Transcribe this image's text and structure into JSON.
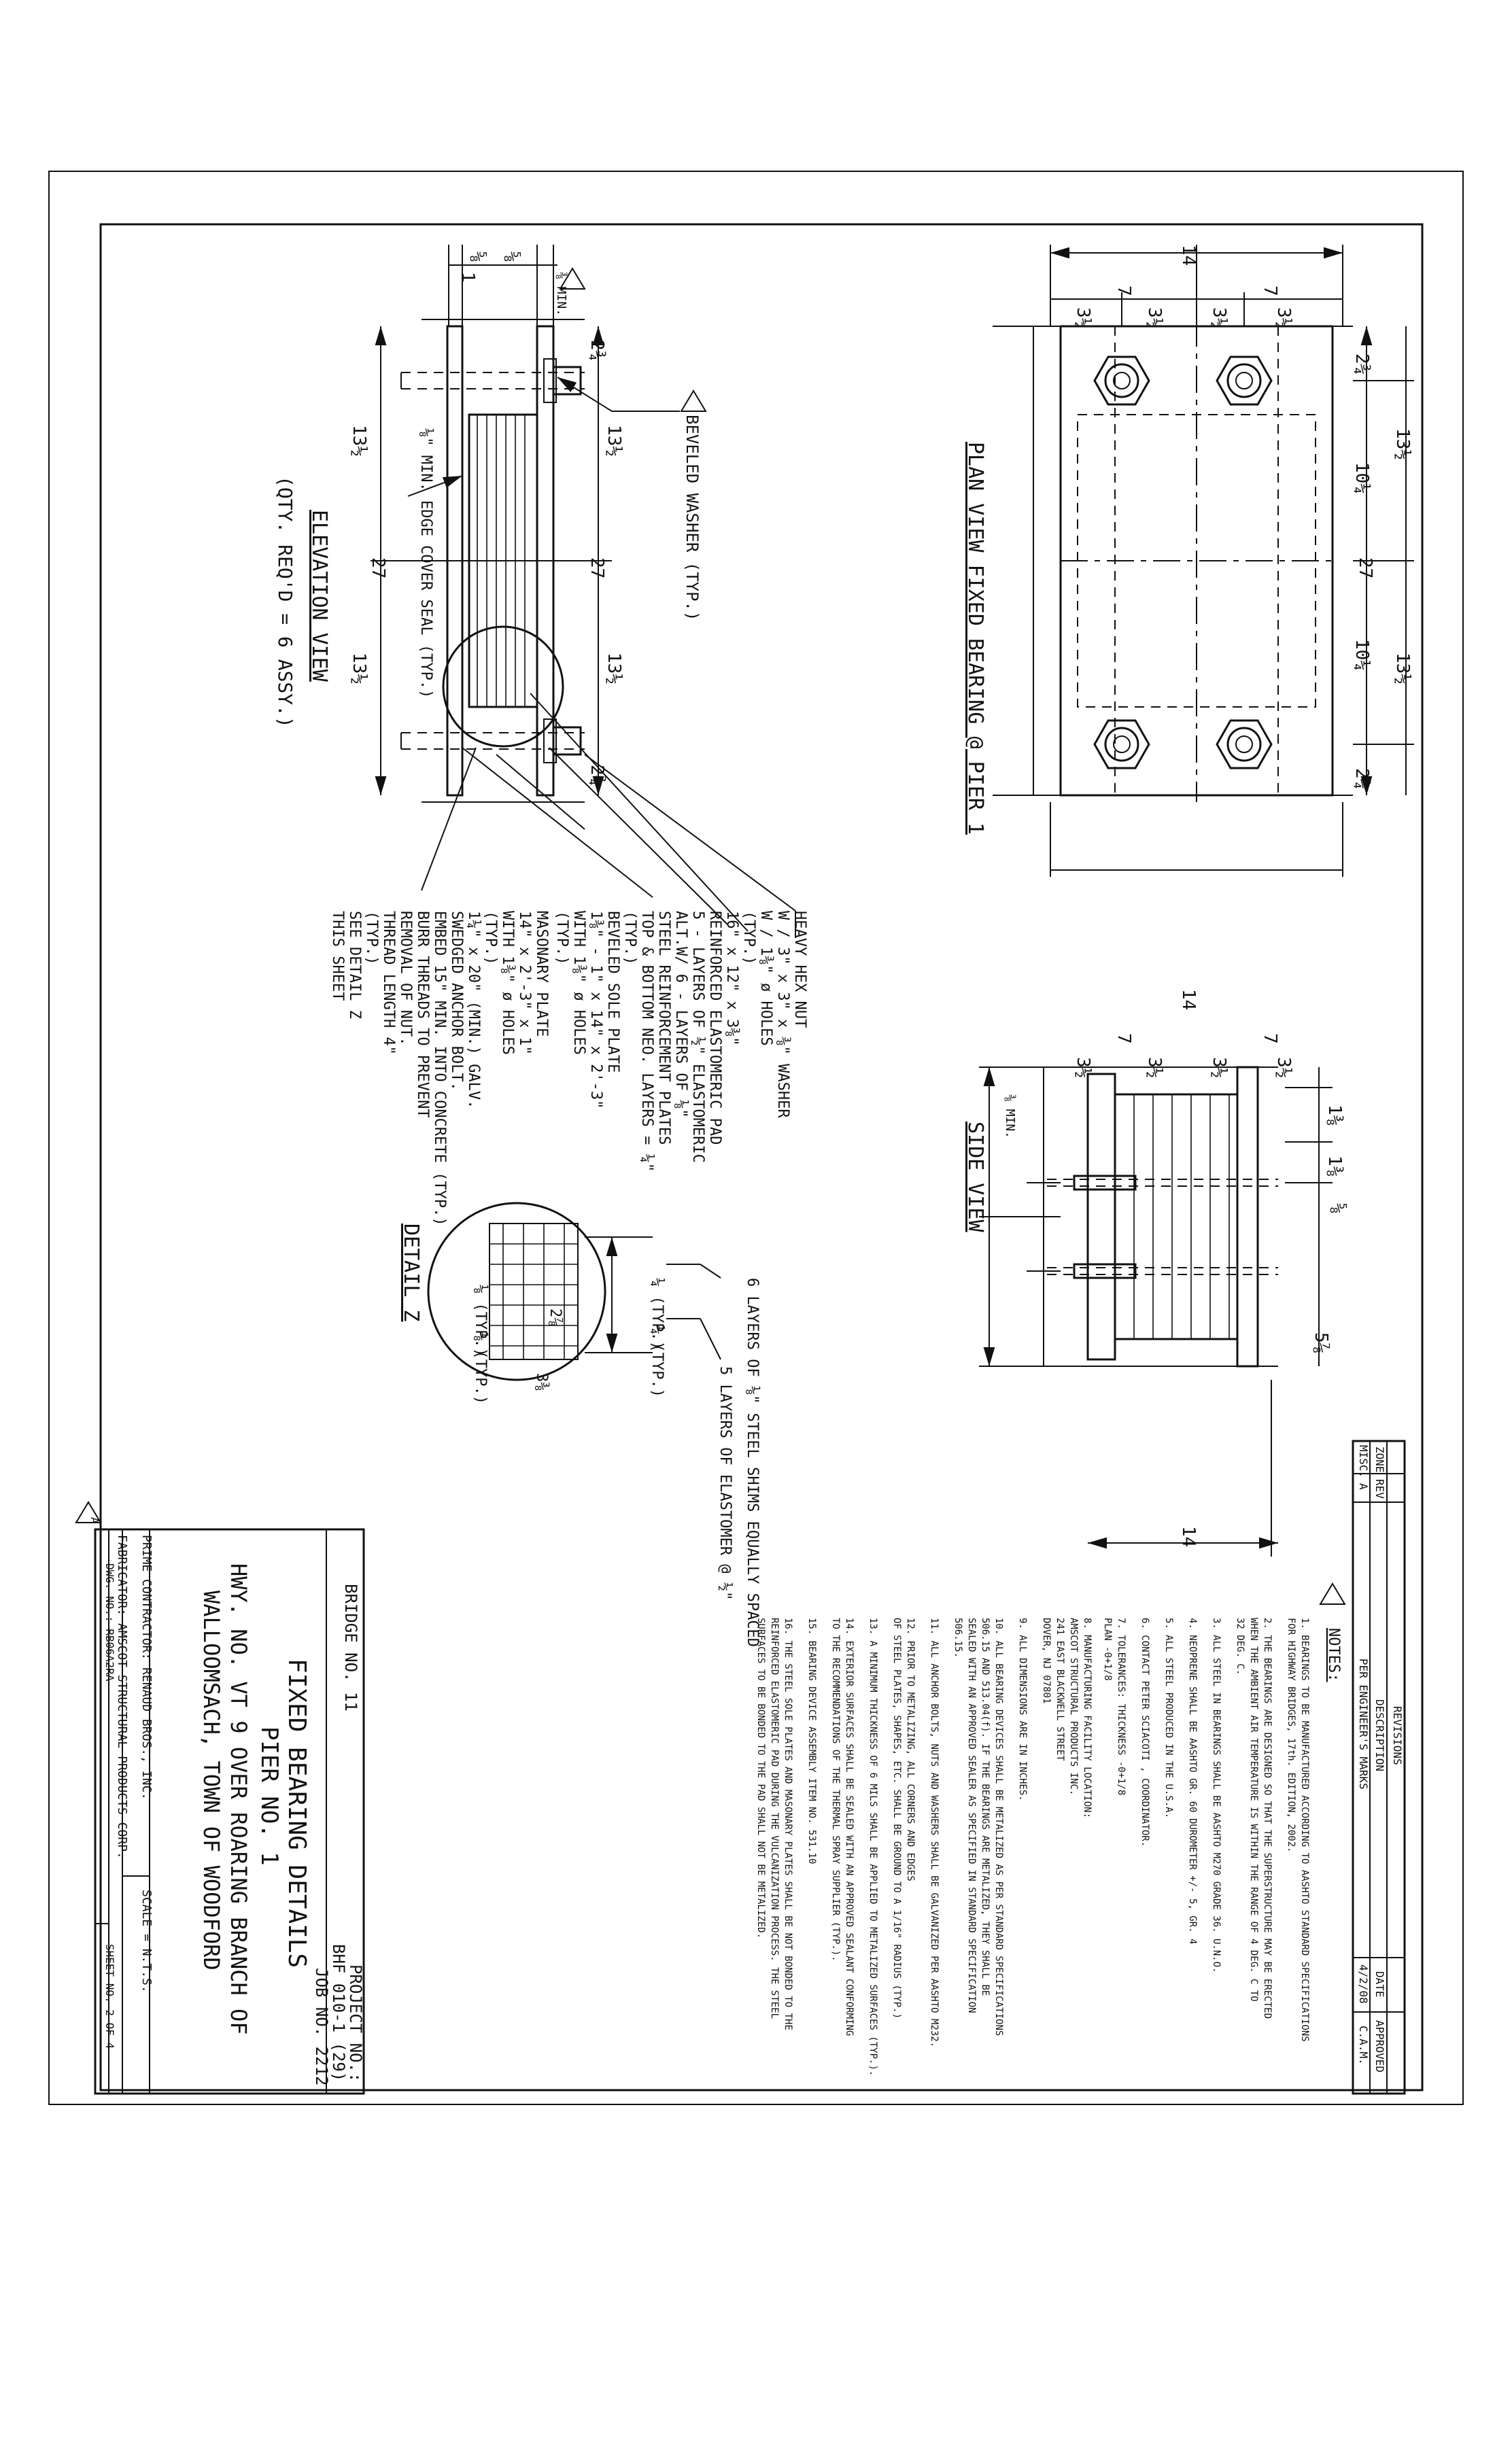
{
  "plan_view": {
    "title": "PLAN VIEW FIXED BEARING @ PIER 1",
    "dim_27": "27",
    "dim_13_half_a": "13½",
    "dim_13_half_b": "13½",
    "dim_10_quarter_a": "10¼",
    "dim_10_quarter_b": "10¼",
    "dim_2_3q_a": "2¾",
    "dim_2_3q_b": "2¾",
    "dim_14": "14",
    "dim_7_a": "7",
    "dim_7_b": "7",
    "dim_3_half_a": "3½",
    "dim_3_half_b": "3½",
    "dim_3_half_c": "3½",
    "dim_3_half_d": "3½"
  },
  "side_view": {
    "title": "SIDE VIEW",
    "dim_14": "14",
    "dim_7_a": "7",
    "dim_7_b": "7",
    "dim_3_half_a": "3½",
    "dim_3_half_b": "3½",
    "dim_3_half_c": "3½",
    "dim_3_half_d": "3½",
    "dim_1_3_8": "1⅜",
    "dim_1_3_8_b": "1⅜",
    "dim_5_8": "⅝",
    "dim_5_7_8": "5⅞",
    "weld_mark": "⅜ MIN."
  },
  "elevation_view": {
    "title": "ELEVATION VIEW",
    "qty": "(QTY. REQ'D = 6 ASSY.)",
    "dim_27_a": "27",
    "dim_27_b": "27",
    "dim_13_half_a": "13½",
    "dim_13_half_b": "13½",
    "dim_13_half_c": "13½",
    "dim_13_half_d": "13½",
    "dim_2_3q_a": "2¾",
    "dim_2_3q_b": "2¾",
    "dim_5_8_top": "⅝",
    "dim_5_8_bot": "⅝",
    "dim_1": "1",
    "weld_mark": "⅜ MIN.",
    "edge_cover": "⅛\" MIN. EDGE COVER SEAL (TYP.)",
    "beveled_washer": "BEVELED WASHER (TYP.)"
  },
  "callouts": [
    "HEAVY HEX NUT",
    "W / 3\" x 3\" x ⅜\" WASHER",
    "W / 1⅜\" ø HOLES",
    "(TYP.)",
    "16\" x 12\" x 3⅜\"",
    "REINFORCED ELASTOMERIC PAD",
    "5 - LAYERS OF ½\" ELASTOMERIC",
    "ALT.W/ 6 - LAYERS OF ⅛\"",
    "STEEL REINFORCEMENT PLATES",
    "TOP & BOTTOM NEO. LAYERS = ¼\"",
    "(TYP.)",
    "BEVELED SOLE PLATE",
    "1⅜\" - 1\" x 14\" x 2'-3\"",
    "WITH 1⅜\" ø HOLES",
    "(TYP.)",
    "MASONARY PLATE",
    "14\" x 2'-3\" x 1\"",
    "WITH 1⅜\" ø HOLES",
    "(TYP.)",
    "1¼\" x 20\" (MIN.) GALV.",
    "SWEDGED ANCHOR BOLT.",
    "EMBED 15\" MIN. INTO CONCRETE (TYP.)",
    "BURR THREADS TO PREVENT",
    "REMOVAL OF NUT.",
    "THREAD LENGTH 4\"",
    "(TYP.)",
    "SEE DETAIL Z",
    "THIS SHEET"
  ],
  "detail_z": {
    "title": "DETAIL Z",
    "layers_steel": "6 LAYERS OF ⅛\" STEEL SHIMS EQUALLY SPACED",
    "layers_elast": "5 LAYERS OF ELASTOMER @ ½\"",
    "dim_1_4_a": "¼ (TYP.)",
    "dim_1_4_b": "¼ (TYP.)",
    "dim_1_8_a": "⅛ (TYP.)",
    "dim_1_8_b": "⅛ (TYP.)",
    "dim_2_7_8": "2⅞",
    "dim_3_3_8": "3⅜"
  },
  "revisions": {
    "header": "REVISIONS",
    "col_zone": "ZONE",
    "col_rev": "REV",
    "col_desc": "DESCRIPTION",
    "col_date": "DATE",
    "col_approved": "APPROVED",
    "row_zone": "MISC.",
    "row_rev": "A",
    "row_desc": "PER ENGINEER'S MARKS",
    "row_date": "4/2/08",
    "row_approved": "C.A.M."
  },
  "notes": {
    "title": "NOTES:",
    "items": [
      "1. BEARINGS TO BE MANUFACTURED ACCORDING TO AASHTO STANDARD SPECIFICATIONS",
      "    FOR HIGHWAY BRIDGES, 17th. EDITION, 2002.",
      "2. THE BEARINGS ARE DESIGNED SO THAT THE SUPERSTRUCTURE MAY BE ERECTED",
      "    WHEN THE AMBIENT AIR TEMPERATURE IS WITHIN THE RANGE OF 4 DEG. C TO",
      "    32 DEG. C.",
      "3. ALL STEEL IN BEARINGS SHALL BE AASHTO M270 GRADE 36. U.N.O.",
      "4. NEOPRENE SHALL BE AASHTO GR. 60 DUROMETER +/- 5, GR. 4",
      "5. ALL STEEL PRODUCED IN THE U.S.A.",
      "6. CONTACT PETER SCIACOTI , COORDINATOR.",
      "7. TOLERANCES:   THICKNESS  -0+1/8",
      "                  PLAN    -0+1/8",
      "8. MANUFACTURING FACILITY LOCATION:",
      "      AMSCOT STRUCTURAL PRODUCTS INC.",
      "      241 EAST BLACKWELL STREET",
      "      DOVER, NJ 07801",
      "9. ALL DIMENSIONS ARE IN INCHES.",
      "10. ALL BEARING DEVICES SHALL BE METALIZED AS PER STANDARD SPECIFICATIONS",
      "    506.15 AND 513.04(f). IF THE BEARINGS ARE METALIZED, THEY SHALL BE",
      "    SEALED WITH AN APPROVED SEALER AS SPECIFIED IN STANDARD SPECIFICATION",
      "    506.15.",
      "11. ALL ANCHOR BOLTS, NUTS AND WASHERS SHALL BE GALVANIZED PER AASHTO M232.",
      "12. PRIOR TO METALIZING, ALL CORNERS AND EDGES",
      "    OF STEEL PLATES, SHAPES, ETC. SHALL BE GROUND TO A 1/16\" RADIUS (TYP.)",
      "13. A MINIMUM THICKNESS OF 6 MILS SHALL BE APPLIED TO METALIZED SURFACES (TYP.).",
      "14. EXTERIOR SURFACES SHALL BE SEALED WITH AN APPROVED SEALANT CONFORMING",
      "    TO THE RECOMMENDATIONS OF THE THERMAL SPRAY SUPPLIER (TYP.).",
      "15. BEARING DEVICE ASSEMBLY ITEM NO. 531.10",
      "16. THE STEEL SOLE PLATES AND MASONARY PLATES SHALL BE NOT BONDED TO THE",
      "    REINFORCED ELASTOMERIC PAD DURING THE VULCANIZATION PROCESS. THE STEEL",
      "    SURFACES TO BE BONDED TO THE PAD SHALL NOT BE METALIZED."
    ]
  },
  "title_block": {
    "bridge_no": "BRIDGE NO. 11",
    "project_no": "PROJECT NO.:",
    "project_id": "BHF 010-1 (29)",
    "job_no": "JOB NO. 2212",
    "title": "FIXED BEARING DETAILS",
    "subtitle": "PIER NO. 1",
    "hwy_line": "HWY. NO. VT 9 OVER ROARING BRANCH OF",
    "town_line": "WALLOOMSACH, TOWN OF WOODFORD",
    "prime": "PRIME CONTRACTOR: RENAUD BROS., INC.",
    "scale": "SCALE = N.T.S.",
    "fabricator": "FABRICATOR: AMSCOT STRUCTURAL PRODUCTS CORP.",
    "dwg_no": "DWG. NO.: RB06A2RA",
    "sheet_no": "SHEET NO. 2 OF 4",
    "rev_mark": "A"
  }
}
